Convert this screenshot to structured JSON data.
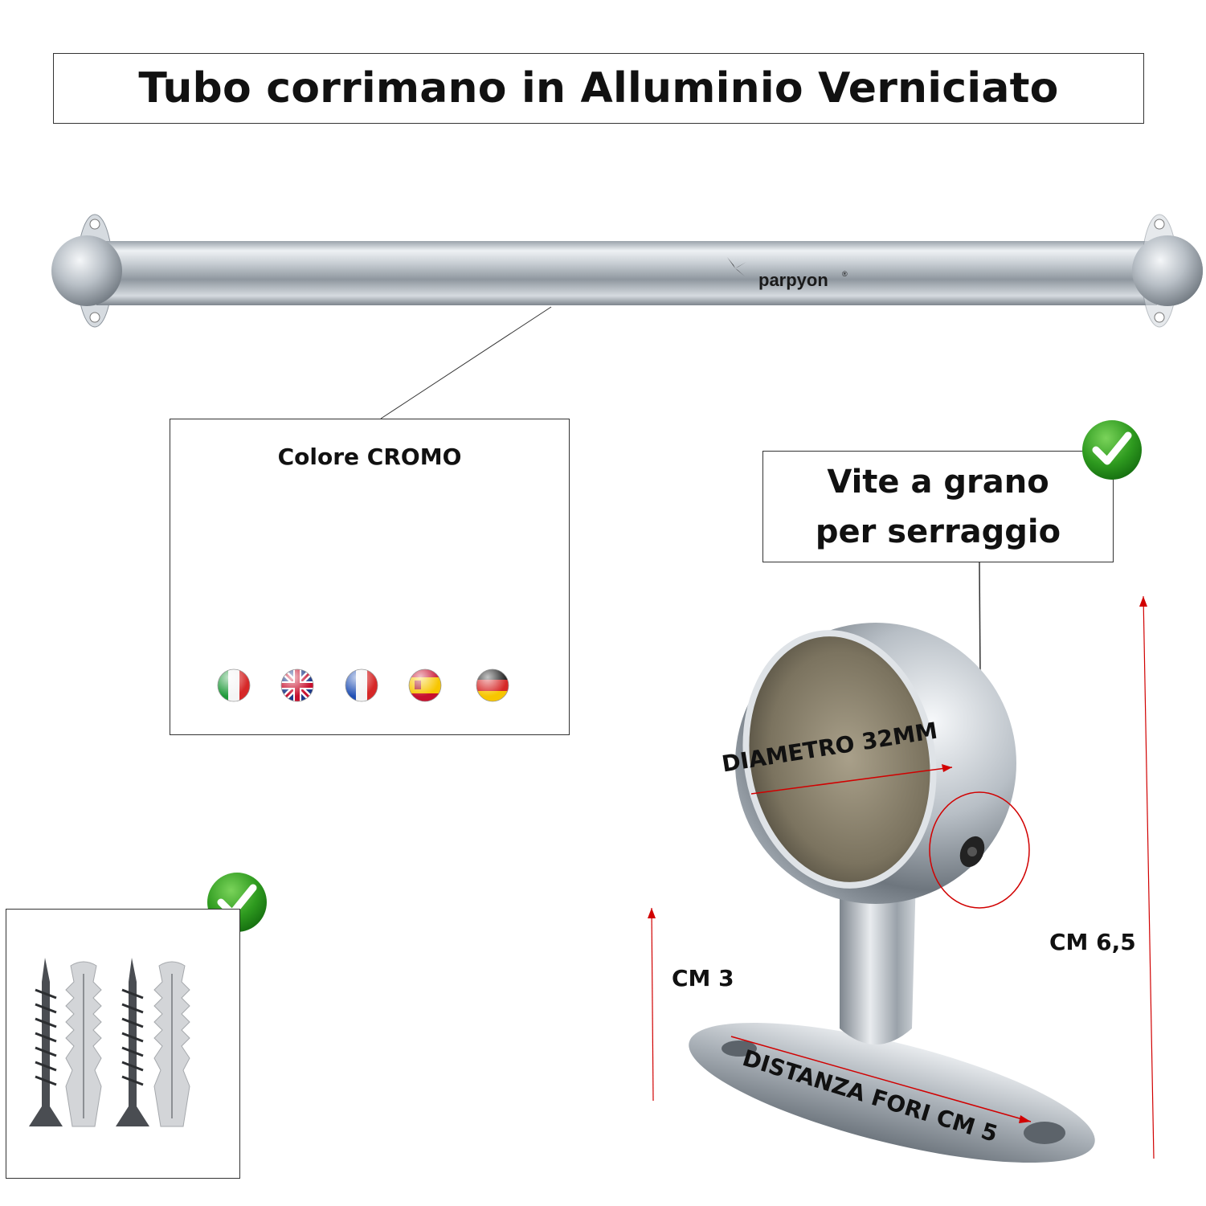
{
  "title": "Tubo corrimano in Alluminio Verniciato",
  "brand": {
    "logo_text": "parpyon",
    "registered_mark": "®"
  },
  "color_callout": {
    "label": "Colore CROMO",
    "flags": [
      "italy-flag-icon",
      "uk-flag-icon",
      "france-flag-icon",
      "spain-flag-icon",
      "germany-flag-icon"
    ]
  },
  "screw_callout": {
    "line1": "Vite a grano",
    "line2": "per serraggio"
  },
  "dimensions": {
    "diameter": "DIAMETRO 32MM",
    "hole_distance": "DISTANZA FORI CM 5",
    "base_height": "CM 3",
    "total_height": "CM 6,5"
  },
  "icons": [
    "green-check-icon",
    "screw-icon",
    "wall-plug-icon"
  ],
  "colors": {
    "check_green": "#2e9a1f",
    "dimension_red": "#d10000",
    "chrome": "#c7cdd3"
  }
}
